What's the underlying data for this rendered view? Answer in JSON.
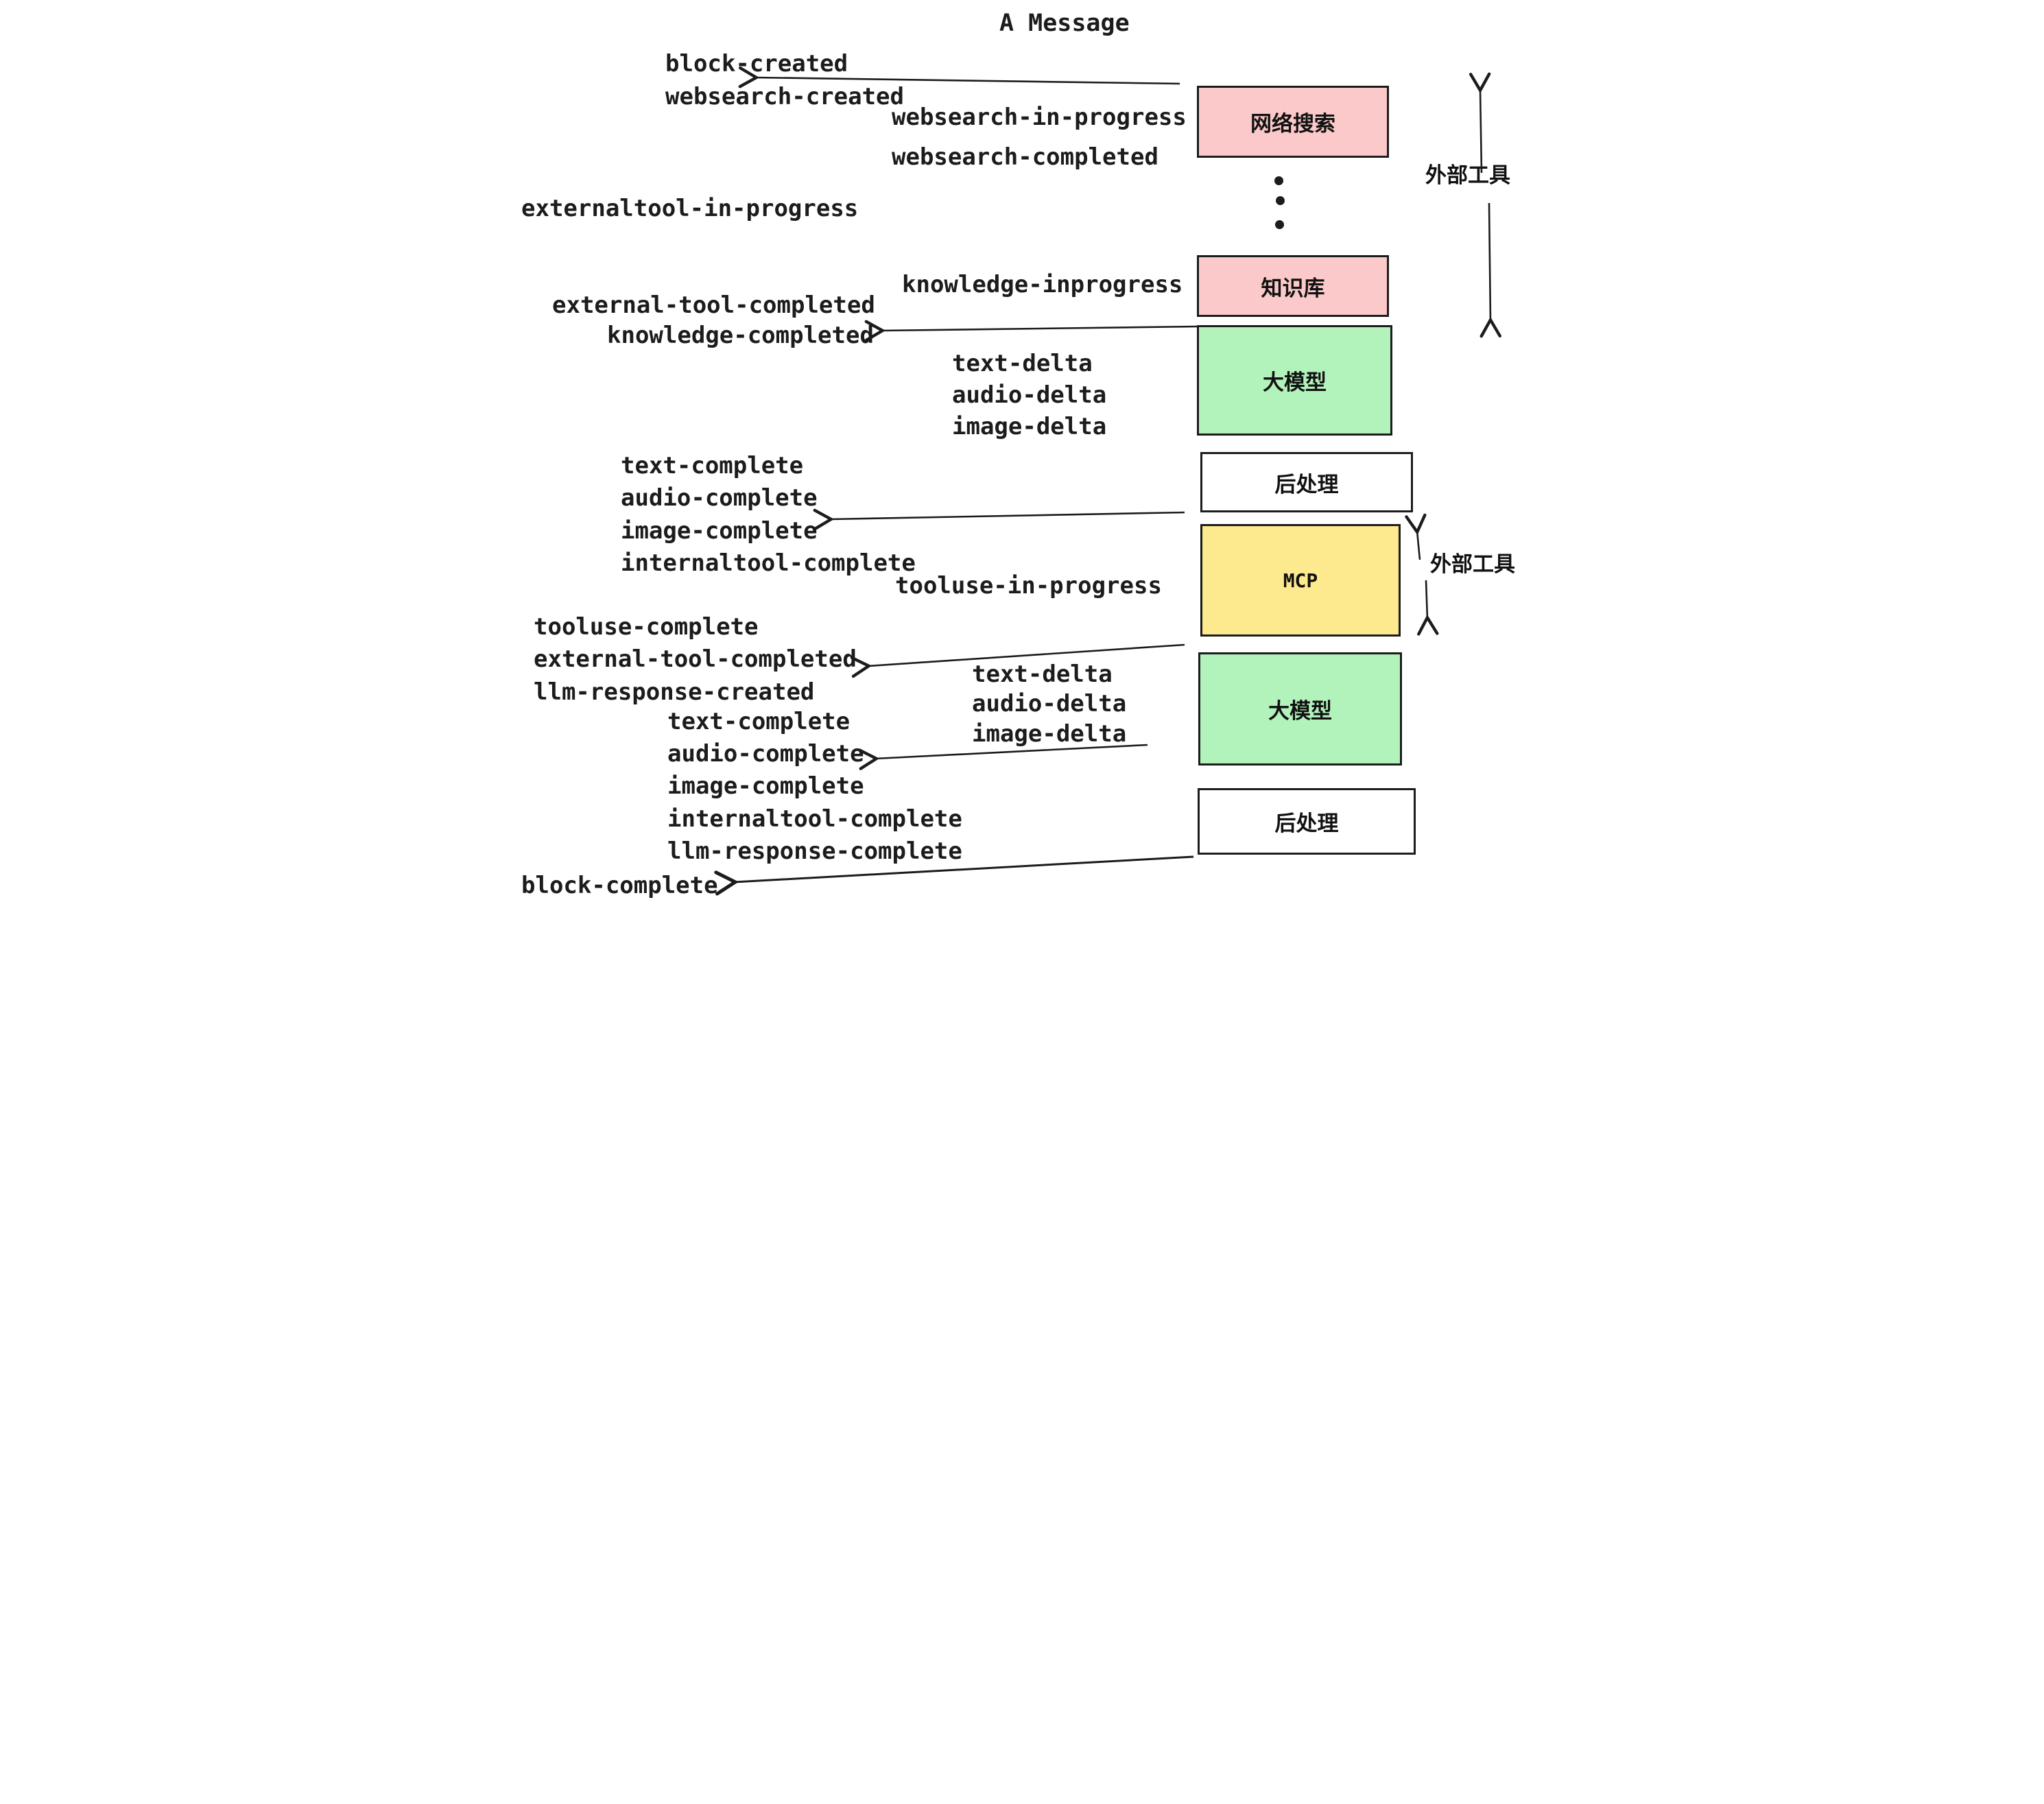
{
  "title": "A Message",
  "colors": {
    "pink": "#fbc9c9",
    "green": "#b2f2bb",
    "yellow": "#fde98e",
    "white": "#ffffff",
    "ink": "#1c1c1c"
  },
  "boxes": [
    {
      "id": "websearch",
      "label": "网络搜索",
      "color": "#fbc9c9"
    },
    {
      "id": "knowledge",
      "label": "知识库",
      "color": "#fbc9c9"
    },
    {
      "id": "llm-1",
      "label": "大模型",
      "color": "#b2f2bb"
    },
    {
      "id": "postprocess-1",
      "label": "后处理",
      "color": "#ffffff"
    },
    {
      "id": "mcp",
      "label": "MCP",
      "color": "#fde98e"
    },
    {
      "id": "llm-2",
      "label": "大模型",
      "color": "#b2f2bb"
    },
    {
      "id": "postprocess-2",
      "label": "后处理",
      "color": "#ffffff"
    }
  ],
  "side_labels": [
    {
      "id": "external-tools-1",
      "label": "外部工具"
    },
    {
      "id": "external-tools-2",
      "label": "外部工具"
    }
  ],
  "events": [
    {
      "text": "block-created"
    },
    {
      "text": "websearch-created"
    },
    {
      "text": "websearch-in-progress"
    },
    {
      "text": "websearch-completed"
    },
    {
      "text": "externaltool-in-progress"
    },
    {
      "text": "knowledge-inprogress"
    },
    {
      "text": "external-tool-completed"
    },
    {
      "text": "knowledge-completed"
    },
    {
      "text": "text-delta"
    },
    {
      "text": "audio-delta"
    },
    {
      "text": "image-delta"
    },
    {
      "text": "text-complete"
    },
    {
      "text": "audio-complete"
    },
    {
      "text": "image-complete"
    },
    {
      "text": "internaltool-complete"
    },
    {
      "text": "tooluse-in-progress"
    },
    {
      "text": "tooluse-complete"
    },
    {
      "text": "external-tool-completed"
    },
    {
      "text": "llm-response-created"
    },
    {
      "text": "text-complete"
    },
    {
      "text": "audio-complete"
    },
    {
      "text": "image-complete"
    },
    {
      "text": "internaltool-complete"
    },
    {
      "text": "llm-response-complete"
    },
    {
      "text": "block-complete"
    },
    {
      "text": "text-delta"
    },
    {
      "text": "audio-delta"
    },
    {
      "text": "image-delta"
    }
  ],
  "icons": {
    "left-arrow": "hand-drawn line with open left arrowhead",
    "up-arrow": "hand-drawn line with open up arrowhead",
    "down-arrow": "hand-drawn line with open down arrowhead",
    "vertical-ellipsis-dots": "three stacked dots"
  }
}
